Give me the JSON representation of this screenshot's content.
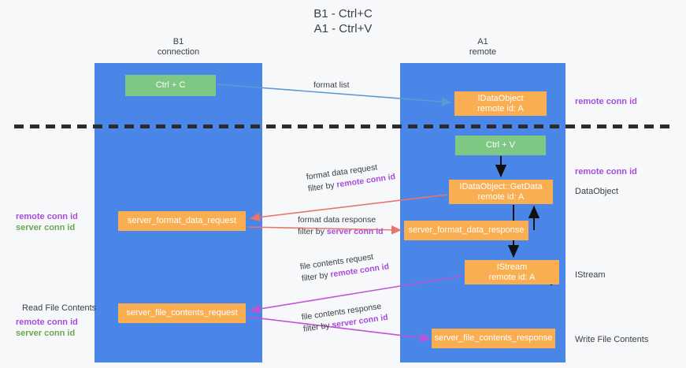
{
  "title": {
    "line1": "B1 - Ctrl+C",
    "line2": "A1 - Ctrl+V"
  },
  "lanes": [
    {
      "id": "b1",
      "name": "B1",
      "subtitle": "connection",
      "color": "#4a86e8"
    },
    {
      "id": "a1",
      "name": "A1",
      "subtitle": "remote",
      "color": "#4a86e8"
    }
  ],
  "nodes": [
    {
      "id": "ctrl-c",
      "line1": "Ctrl + C",
      "line2": "",
      "color": "#7ec884",
      "lane": "b1"
    },
    {
      "id": "idataobject",
      "line1": "IDataObject",
      "line2": "remote id: A",
      "color": "#f9ae51",
      "lane": "a1"
    },
    {
      "id": "ctrl-v",
      "line1": "Ctrl + V",
      "line2": "",
      "color": "#7ec884",
      "lane": "a1"
    },
    {
      "id": "getdata",
      "line1": "IDataObject::GetData",
      "line2": "remote id: A",
      "color": "#f9ae51",
      "lane": "a1"
    },
    {
      "id": "server-format-data-request",
      "line1": "server_format_data_request",
      "line2": "",
      "color": "#f9ae51",
      "lane": "b1"
    },
    {
      "id": "server-format-data-response",
      "line1": "server_format_data_response",
      "line2": "",
      "color": "#f9ae51",
      "lane": "a1"
    },
    {
      "id": "istream",
      "line1": "IStream",
      "line2": "remote id: A",
      "color": "#f9ae51",
      "lane": "a1"
    },
    {
      "id": "server-file-contents-request",
      "line1": "server_file_contents_request",
      "line2": "",
      "color": "#f9ae51",
      "lane": "b1"
    },
    {
      "id": "server-file-contents-response",
      "line1": "server_file_contents_response",
      "line2": "",
      "color": "#f9ae51",
      "lane": "a1"
    }
  ],
  "edge_labels": {
    "format_list": "format list",
    "format_data_request": "format data request",
    "format_data_request_filter_prefix": "filter by ",
    "format_data_request_filter_id": "remote conn id",
    "format_data_response": "format data response",
    "format_data_response_filter_prefix": "filter by ",
    "format_data_response_filter_id": "server conn id",
    "file_contents_request": "file contents request",
    "file_contents_request_filter_prefix": "filter by ",
    "file_contents_request_filter_id": "remote conn id",
    "file_contents_response": "file contents response",
    "file_contents_response_filter_prefix": "filter by ",
    "file_contents_response_filter_id": "server conn id"
  },
  "annotations": {
    "right_remote_conn_id_top": "remote conn id",
    "right_remote_conn_id_mid": "remote conn id",
    "right_dataobject": "DataObject",
    "right_istream": "IStream",
    "right_write_file_contents": "Write File Contents",
    "left_remote_conn_id": "remote conn id",
    "left_server_conn_id": "server conn id",
    "left_read_file_contents": "Read File Contents",
    "left_remote_conn_id_2": "remote conn id",
    "left_server_conn_id_2": "server conn id"
  },
  "colors": {
    "lane": "#4a86e8",
    "green_node": "#7ec884",
    "orange_node": "#f9ae51",
    "purple_text": "#a64ddb",
    "green_text": "#6aa84f",
    "blue_arrow": "#5b9bd5",
    "red_arrow": "#e8756b",
    "magenta_arrow": "#c152d6",
    "black_arrow": "#000000",
    "divider": "#2b2b2b",
    "background": "#f7f8fa"
  }
}
